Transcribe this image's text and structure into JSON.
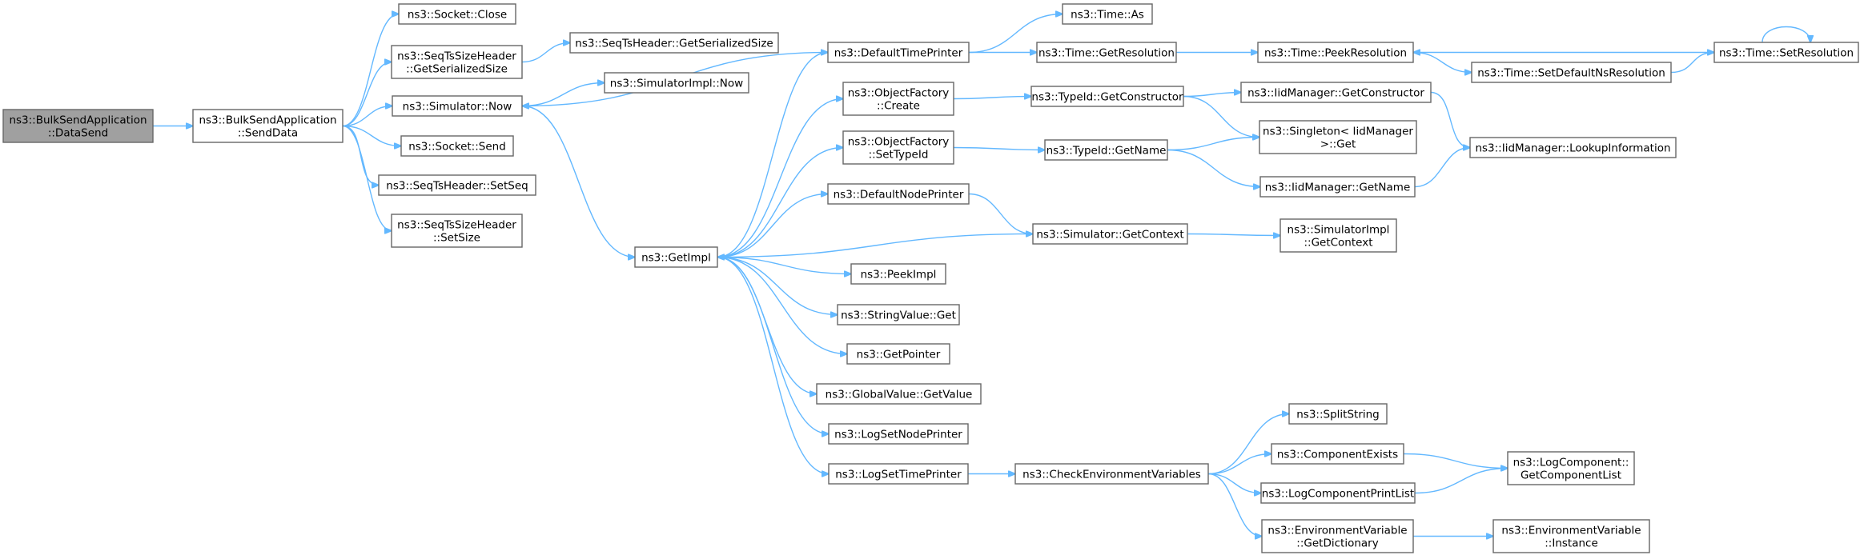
{
  "nodes": [
    {
      "id": "root",
      "lines": [
        "ns3::BulkSendApplication",
        "::DataSend"
      ]
    },
    {
      "id": "senddata",
      "lines": [
        "ns3::BulkSendApplication",
        "::SendData"
      ]
    },
    {
      "id": "sockclose",
      "lines": [
        "ns3::Socket::Close"
      ]
    },
    {
      "id": "sizehdr_ser",
      "lines": [
        "ns3::SeqTsSizeHeader",
        "::GetSerializedSize"
      ]
    },
    {
      "id": "tshdr_ser",
      "lines": [
        "ns3::SeqTsHeader::GetSerializedSize"
      ]
    },
    {
      "id": "simnow",
      "lines": [
        "ns3::Simulator::Now"
      ]
    },
    {
      "id": "simimplnow",
      "lines": [
        "ns3::SimulatorImpl::Now"
      ]
    },
    {
      "id": "socksend",
      "lines": [
        "ns3::Socket::Send"
      ]
    },
    {
      "id": "setseq",
      "lines": [
        "ns3::SeqTsHeader::SetSeq"
      ]
    },
    {
      "id": "setsize",
      "lines": [
        "ns3::SeqTsSizeHeader",
        "::SetSize"
      ]
    },
    {
      "id": "getimpl",
      "lines": [
        "ns3::GetImpl"
      ]
    },
    {
      "id": "deftimeprinter",
      "lines": [
        "ns3::DefaultTimePrinter"
      ]
    },
    {
      "id": "timeas",
      "lines": [
        "ns3::Time::As"
      ]
    },
    {
      "id": "getres",
      "lines": [
        "ns3::Time::GetResolution"
      ]
    },
    {
      "id": "peekres",
      "lines": [
        "ns3::Time::PeekResolution"
      ]
    },
    {
      "id": "setres",
      "lines": [
        "ns3::Time::SetResolution"
      ]
    },
    {
      "id": "setdefns",
      "lines": [
        "ns3::Time::SetDefaultNsResolution"
      ]
    },
    {
      "id": "ofcreate",
      "lines": [
        "ns3::ObjectFactory",
        "::Create"
      ]
    },
    {
      "id": "getctor",
      "lines": [
        "ns3::TypeId::GetConstructor"
      ]
    },
    {
      "id": "iidgetctor",
      "lines": [
        "ns3::IidManager::GetConstructor"
      ]
    },
    {
      "id": "singleton",
      "lines": [
        "ns3::Singleton< IidManager",
        " >::Get"
      ]
    },
    {
      "id": "lookup",
      "lines": [
        "ns3::IidManager::LookupInformation"
      ]
    },
    {
      "id": "ofsettype",
      "lines": [
        "ns3::ObjectFactory",
        "::SetTypeId"
      ]
    },
    {
      "id": "tidgetname",
      "lines": [
        "ns3::TypeId::GetName"
      ]
    },
    {
      "id": "iidgetname",
      "lines": [
        "ns3::IidManager::GetName"
      ]
    },
    {
      "id": "defnodeprinter",
      "lines": [
        "ns3::DefaultNodePrinter"
      ]
    },
    {
      "id": "simgetctx",
      "lines": [
        "ns3::Simulator::GetContext"
      ]
    },
    {
      "id": "simimplctx",
      "lines": [
        "ns3::SimulatorImpl",
        "::GetContext"
      ]
    },
    {
      "id": "peekimpl",
      "lines": [
        "ns3::PeekImpl"
      ]
    },
    {
      "id": "strvalget",
      "lines": [
        "ns3::StringValue::Get"
      ]
    },
    {
      "id": "getpointer",
      "lines": [
        "ns3::GetPointer"
      ]
    },
    {
      "id": "gvgetvalue",
      "lines": [
        "ns3::GlobalValue::GetValue"
      ]
    },
    {
      "id": "logsetnode",
      "lines": [
        "ns3::LogSetNodePrinter"
      ]
    },
    {
      "id": "logsettime",
      "lines": [
        "ns3::LogSetTimePrinter"
      ]
    },
    {
      "id": "checkenv",
      "lines": [
        "ns3::CheckEnvironmentVariables"
      ]
    },
    {
      "id": "splitstring",
      "lines": [
        "ns3::SplitString"
      ]
    },
    {
      "id": "compexists",
      "lines": [
        "ns3::ComponentExists"
      ]
    },
    {
      "id": "logcompprint",
      "lines": [
        "ns3::LogComponentPrintList"
      ]
    },
    {
      "id": "getcomplist",
      "lines": [
        "ns3::LogComponent::",
        "GetComponentList"
      ]
    },
    {
      "id": "envgetdict",
      "lines": [
        "ns3::EnvironmentVariable",
        "::GetDictionary"
      ]
    },
    {
      "id": "envinstance",
      "lines": [
        "ns3::EnvironmentVariable",
        "::Instance"
      ]
    }
  ],
  "edges": [
    [
      "root",
      "senddata"
    ],
    [
      "senddata",
      "sockclose"
    ],
    [
      "senddata",
      "sizehdr_ser"
    ],
    [
      "senddata",
      "simnow"
    ],
    [
      "senddata",
      "socksend"
    ],
    [
      "senddata",
      "setseq"
    ],
    [
      "senddata",
      "setsize"
    ],
    [
      "sizehdr_ser",
      "tshdr_ser"
    ],
    [
      "simnow",
      "simimplnow"
    ],
    [
      "simnow",
      "getimpl"
    ],
    [
      "getimpl",
      "deftimeprinter"
    ],
    [
      "getimpl",
      "ofcreate"
    ],
    [
      "getimpl",
      "ofsettype"
    ],
    [
      "getimpl",
      "defnodeprinter"
    ],
    [
      "getimpl",
      "peekimpl"
    ],
    [
      "getimpl",
      "strvalget"
    ],
    [
      "getimpl",
      "getpointer"
    ],
    [
      "getimpl",
      "gvgetvalue"
    ],
    [
      "getimpl",
      "logsetnode"
    ],
    [
      "getimpl",
      "logsettime"
    ],
    [
      "deftimeprinter",
      "simnow"
    ],
    [
      "deftimeprinter",
      "timeas"
    ],
    [
      "deftimeprinter",
      "getres"
    ],
    [
      "getres",
      "peekres"
    ],
    [
      "peekres",
      "setdefns"
    ],
    [
      "setdefns",
      "setres"
    ],
    [
      "setres",
      "peekres"
    ],
    [
      "setres",
      "setres"
    ],
    [
      "ofcreate",
      "getctor"
    ],
    [
      "getctor",
      "iidgetctor"
    ],
    [
      "getctor",
      "singleton"
    ],
    [
      "iidgetctor",
      "lookup"
    ],
    [
      "ofsettype",
      "tidgetname"
    ],
    [
      "tidgetname",
      "singleton"
    ],
    [
      "tidgetname",
      "iidgetname"
    ],
    [
      "iidgetname",
      "lookup"
    ],
    [
      "defnodeprinter",
      "simgetctx"
    ],
    [
      "simgetctx",
      "getimpl"
    ],
    [
      "simgetctx",
      "simimplctx"
    ],
    [
      "logsettime",
      "checkenv"
    ],
    [
      "checkenv",
      "splitstring"
    ],
    [
      "checkenv",
      "compexists"
    ],
    [
      "checkenv",
      "logcompprint"
    ],
    [
      "checkenv",
      "envgetdict"
    ],
    [
      "compexists",
      "getcomplist"
    ],
    [
      "logcompprint",
      "getcomplist"
    ],
    [
      "envgetdict",
      "envinstance"
    ]
  ]
}
